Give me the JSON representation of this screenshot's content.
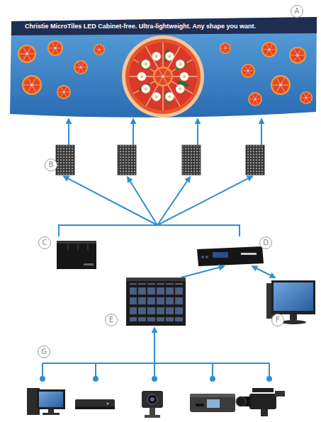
{
  "diagram": {
    "nodes": [
      {
        "text": [
          "Christie MicroTiles LED Cabinet-free. Ultra-lightweight. Any shape you want.",
          "A"
        ]
      },
      {
        "text": [
          "B"
        ]
      },
      {
        "text": [
          "C"
        ]
      },
      {
        "text": [
          "D"
        ]
      },
      {
        "text": [
          "E"
        ]
      },
      {
        "text": [
          "F"
        ]
      },
      {
        "text": [
          "G"
        ]
      }
    ],
    "edges": [
      {
        "from": 1,
        "to": 0,
        "arrow": "to"
      },
      {
        "from": 1,
        "to": 0,
        "arrow": "to"
      },
      {
        "from": 1,
        "to": 0,
        "arrow": "to"
      },
      {
        "from": 1,
        "to": 0,
        "arrow": "to"
      },
      {
        "from": 2,
        "to": 1,
        "arrow": "to"
      },
      {
        "from": 3,
        "to": 1,
        "arrow": "to"
      },
      {
        "from": 4,
        "to": 3,
        "arrow": "to"
      },
      {
        "from": 3,
        "to": 5,
        "arrow": "both"
      },
      {
        "from": 6,
        "to": 4,
        "arrow": "to"
      }
    ]
  }
}
